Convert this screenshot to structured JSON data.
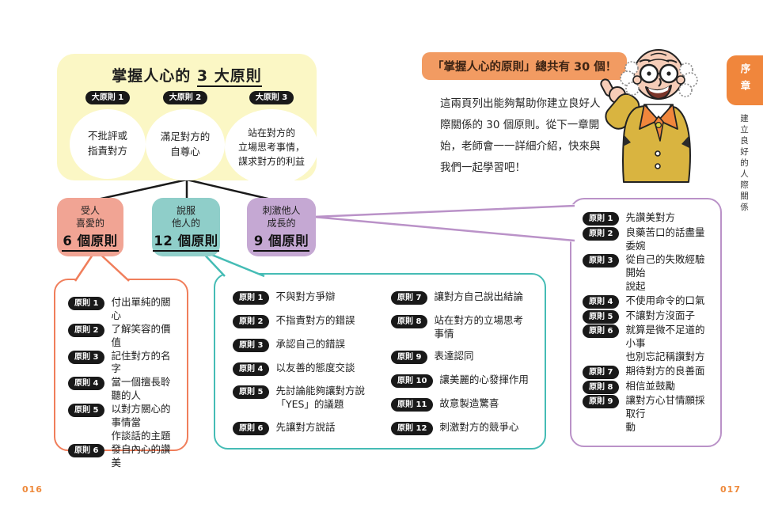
{
  "page": {
    "left_page_number": "016",
    "right_page_number": "017"
  },
  "chapter_tab": {
    "label": "序章",
    "subtitle": "建立良好的人際關係",
    "tab_color": "#F0863C"
  },
  "overview": {
    "title_prefix": "掌握人心的",
    "title_emphasis": "3 大原則",
    "panel_color": "#FBF7C5",
    "principles": [
      {
        "badge": "大原則 1",
        "text": "不批評或\n指責對方"
      },
      {
        "badge": "大原則 2",
        "text": "滿足對方的\n自尊心"
      },
      {
        "badge": "大原則 3",
        "text": "站在對方的\n立場思考事情，\n謀求對方的利益"
      }
    ]
  },
  "categories": [
    {
      "lines": "受人\n喜愛的",
      "count": "6 個原則",
      "color": "#F1A494"
    },
    {
      "lines": "說服\n他人的",
      "count": "12 個原則",
      "color": "#8FCEC9"
    },
    {
      "lines": "刺激他人\n成長的",
      "count": "9 個原則",
      "color": "#C5A8D3"
    }
  ],
  "liked_principles": {
    "border_color": "#F07E5B",
    "items": [
      {
        "badge": "原則 1",
        "text": "付出單純的關心"
      },
      {
        "badge": "原則 2",
        "text": "了解笑容的價值"
      },
      {
        "badge": "原則 3",
        "text": "記住對方的名字"
      },
      {
        "badge": "原則 4",
        "text": "當一個擅長聆聽的人"
      },
      {
        "badge": "原則 5",
        "text": "以對方關心的事情當\n作談話的主題"
      },
      {
        "badge": "原則 6",
        "text": "發自內心的讚美"
      }
    ]
  },
  "persuade_principles": {
    "border_color": "#45BCB5",
    "left_items": [
      {
        "badge": "原則 1",
        "text": "不與對方爭辯"
      },
      {
        "badge": "原則 2",
        "text": "不指責對方的錯誤"
      },
      {
        "badge": "原則 3",
        "text": "承認自己的錯誤"
      },
      {
        "badge": "原則 4",
        "text": "以友善的態度交談"
      },
      {
        "badge": "原則 5",
        "text": "先討論能夠讓對方說\n「YES」的議題"
      },
      {
        "badge": "原則 6",
        "text": "先讓對方說話"
      }
    ],
    "right_items": [
      {
        "badge": "原則 7",
        "text": "讓對方自己說出結論"
      },
      {
        "badge": "原則 8",
        "text": "站在對方的立場思考\n事情"
      },
      {
        "badge": "原則 9",
        "text": "表達認同"
      },
      {
        "badge": "原則 10",
        "text": "讓美麗的心發揮作用"
      },
      {
        "badge": "原則 11",
        "text": "故意製造驚喜"
      },
      {
        "badge": "原則 12",
        "text": "刺激對方的競爭心"
      }
    ]
  },
  "growth_principles": {
    "border_color": "#BA92C8",
    "items": [
      {
        "badge": "原則 1",
        "text": "先讚美對方"
      },
      {
        "badge": "原則 2",
        "text": "良藥苦口的話盡量委婉"
      },
      {
        "badge": "原則 3",
        "text": "從自己的失敗經驗開始\n說起"
      },
      {
        "badge": "原則 4",
        "text": "不使用命令的口氣"
      },
      {
        "badge": "原則 5",
        "text": "不讓對方沒面子"
      },
      {
        "badge": "原則 6",
        "text": "就算是微不足道的小事\n也別忘記稱讚對方"
      },
      {
        "badge": "原則 7",
        "text": "期待對方的良善面"
      },
      {
        "badge": "原則 8",
        "text": "相信並鼓勵"
      },
      {
        "badge": "原則 9",
        "text": "讓對方心甘情願採取行\n動"
      }
    ]
  },
  "callout": {
    "bubble_text": "「掌握人心的原則」總共有 30 個！",
    "bubble_color": "#F29B62",
    "paragraph": "這兩頁列出能夠幫助你建立良好人\n際關係的 30 個原則。從下一章開\n始，老師會一一詳細介紹，快來與\n我們一起學習吧！"
  }
}
